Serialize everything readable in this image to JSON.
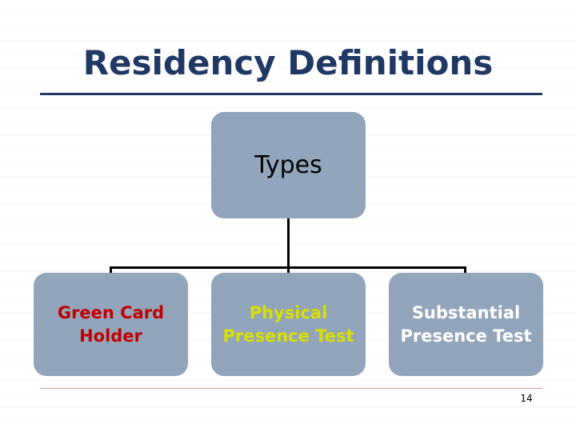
{
  "slide": {
    "title": "Residency Definitions",
    "page_number": "14",
    "accent_color": "#1f3864",
    "box_fill_color": "#93a5bb",
    "footer_rule_color": "#c8a0a0"
  },
  "diagram": {
    "type": "hierarchy",
    "root": {
      "label": "Types",
      "text_color": "#000000"
    },
    "children": [
      {
        "label": "Green Card Holder",
        "text_color": "#c00000"
      },
      {
        "label": "Physical Presence Test",
        "text_color": "#d8e000"
      },
      {
        "label": "Substantial Presence Test",
        "text_color": "#ffffff"
      }
    ]
  }
}
